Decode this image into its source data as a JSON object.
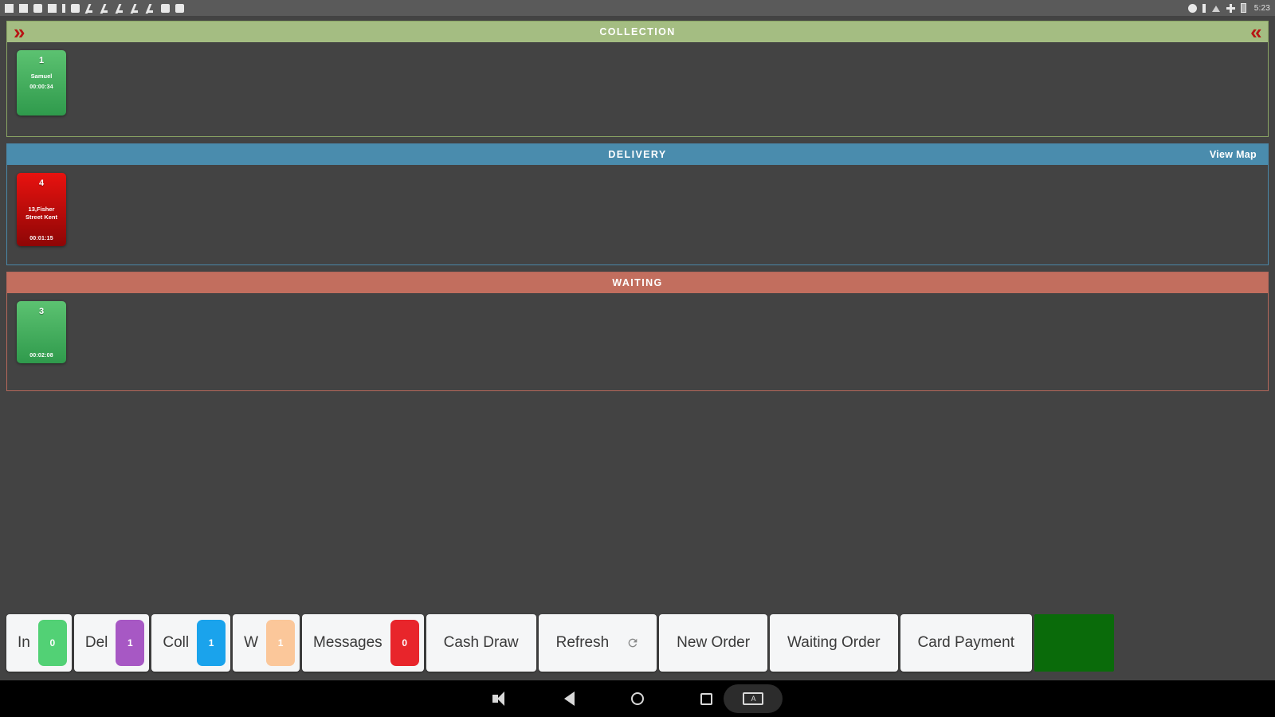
{
  "statusbar": {
    "time": "5:23",
    "left_icons": [
      "app-icon-1",
      "app-icon-2",
      "app-icon-3",
      "app-icon-4",
      "app-icon-5",
      "app-icon-6",
      "app-icon-7",
      "app-icon-8",
      "app-icon-9",
      "app-icon-10",
      "app-icon-11",
      "app-icon-12",
      "app-icon-13"
    ],
    "right_icons": [
      "sync-icon",
      "signal-icon",
      "wifi-icon",
      "bluetooth-icon",
      "battery-icon"
    ]
  },
  "board": {
    "sections": [
      {
        "key": "collection",
        "title": "COLLECTION",
        "accent": "#a4bd82",
        "has_chevrons": true,
        "chevron_left": "»",
        "chevron_right": "«",
        "view_map": "",
        "orders": [
          {
            "num": "1",
            "name": "Samuel",
            "timer": "00:00:34",
            "color": "green"
          }
        ]
      },
      {
        "key": "delivery",
        "title": "DELIVERY",
        "accent": "#4a8cad",
        "has_chevrons": false,
        "view_map": "View Map",
        "orders": [
          {
            "num": "4",
            "name": "13,Fisher Street Kent",
            "timer": "00:01:15",
            "color": "red"
          }
        ]
      },
      {
        "key": "waiting",
        "title": "WAITING",
        "accent": "#c26e5e",
        "has_chevrons": false,
        "view_map": "",
        "orders": [
          {
            "num": "3",
            "name": "",
            "timer": "00:02:08",
            "color": "green"
          }
        ]
      }
    ]
  },
  "toolbar": {
    "counters": [
      {
        "label": "In",
        "count": "0",
        "color": "green"
      },
      {
        "label": "Del",
        "count": "1",
        "color": "purple"
      },
      {
        "label": "Coll",
        "count": "1",
        "color": "blue"
      },
      {
        "label": "W",
        "count": "1",
        "color": "peach"
      },
      {
        "label": "Messages",
        "count": "0",
        "color": "red"
      }
    ],
    "actions": [
      {
        "label": "Cash Draw",
        "icon": ""
      },
      {
        "label": "Refresh",
        "icon": "refresh-icon"
      },
      {
        "label": "New Order",
        "icon": ""
      },
      {
        "label": "Waiting Order",
        "icon": ""
      },
      {
        "label": "Card Payment",
        "icon": ""
      }
    ],
    "green_block": ""
  },
  "navbar": {
    "items": [
      "volume-down-icon",
      "back-icon",
      "home-icon",
      "recents-icon",
      "volume-up-icon",
      "screenshot-pill-icon"
    ],
    "pill_text": "A"
  }
}
